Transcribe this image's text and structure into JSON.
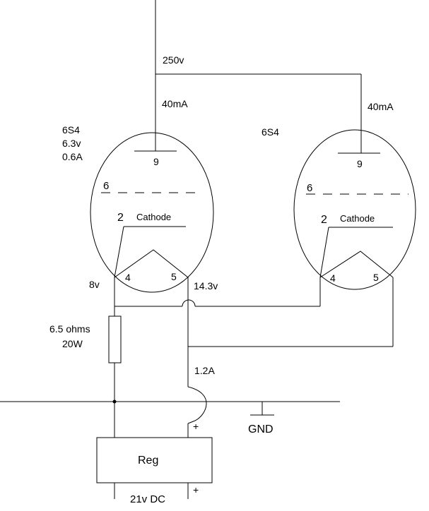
{
  "supply": {
    "voltage": "250v"
  },
  "tube_left": {
    "type": "6S4",
    "heater_voltage": "6.3v",
    "heater_current": "0.6A",
    "anode_current": "40mA",
    "pin_plate": "9",
    "pin_grid": "6",
    "pin_cathode": "2",
    "cathode_label": "Cathode",
    "pin_heater_a": "4",
    "pin_heater_b": "5"
  },
  "tube_right": {
    "type": "6S4",
    "anode_current": "40mA",
    "pin_plate": "9",
    "pin_grid": "6",
    "pin_cathode": "2",
    "cathode_label": "Cathode",
    "pin_heater_a": "4",
    "pin_heater_b": "5"
  },
  "heater_circuit": {
    "node_low": "8v",
    "node_high": "14.3v",
    "resistor_value": "6.5 ohms",
    "resistor_power": "20W",
    "current": "1.2A"
  },
  "regulator": {
    "label": "Reg",
    "out_plus": "+",
    "in_plus": "+",
    "input": "21v DC"
  },
  "ground": {
    "label": "GND"
  }
}
